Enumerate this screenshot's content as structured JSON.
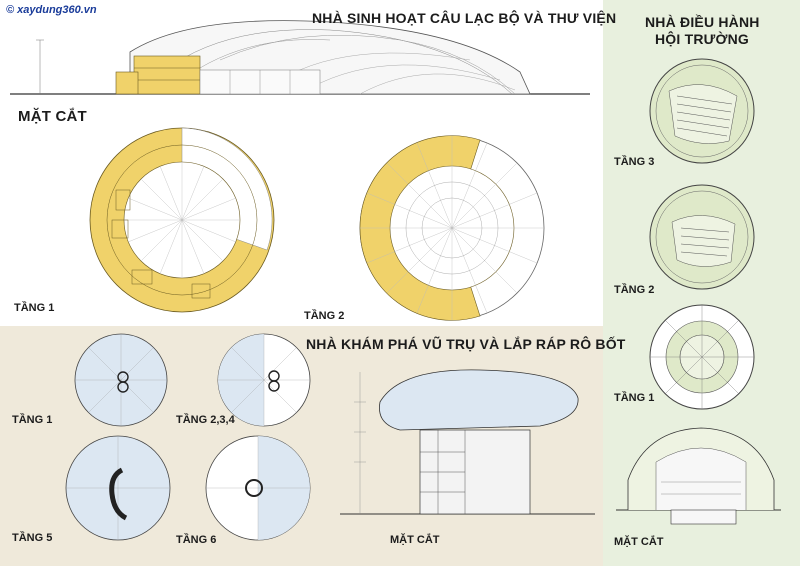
{
  "watermark": "© xaydung360.vn",
  "club": {
    "title": "NHÀ SINH HOẠT CÂU LẠC BỘ VÀ THƯ VIỆN",
    "section_label": "MẶT CẮT",
    "floor1_label": "TẦNG 1",
    "floor2_label": "TẦNG 2"
  },
  "admin": {
    "title_line1": "NHÀ ĐIỀU HÀNH",
    "title_line2": "HỘI TRƯỜNG",
    "floor3_label": "TẦNG 3",
    "floor2_label": "TẦNG 2",
    "floor1_label": "TẦNG 1",
    "section_label": "MẶT CẮT"
  },
  "space": {
    "title": "NHÀ KHÁM PHÁ VŨ TRỤ VÀ LẮP RÁP RÔ BỐT",
    "floor1_label": "TẦNG 1",
    "floor234_label": "TẦNG 2,3,4",
    "floor5_label": "TẦNG 5",
    "floor6_label": "TẦNG 6",
    "section_label": "MẶT CẮT"
  },
  "colors": {
    "club_plan": "#f0d26a",
    "admin_plan": "#dfe9c9",
    "space_plan": "#dce7f2",
    "beige_bg": "#efe9da",
    "green_bg": "#e8f0de"
  }
}
